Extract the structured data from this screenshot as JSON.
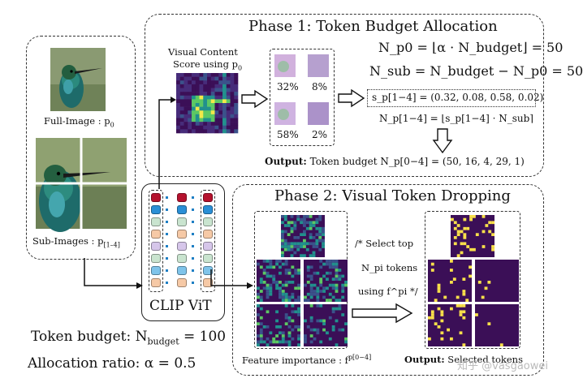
{
  "input_panel": {
    "full_image_label": "Full-Image : p",
    "full_image_sub": "0",
    "sub_images_label": "Sub-Images : p",
    "sub_images_sub": "[1–4]"
  },
  "encoder": {
    "label": "CLIP ViT"
  },
  "phase1": {
    "title": "Phase 1: Token Budget Allocation",
    "score_label_line1": "Visual  Content",
    "score_label_line2": "Score using p",
    "score_label_sub": "0",
    "percentages": [
      "32%",
      "8%",
      "58%",
      "2%"
    ],
    "eq1": "N_p0 = ⌊α · N_budget⌋ = 50",
    "eq2": "N_sub = N_budget − N_p0 = 50",
    "scores_eq": "s_p[1−4] = (0.32, 0.08, 0.58, 0.02)",
    "alloc_eq": "N_p[1−4] = ⌊s_p[1−4] · N_sub⌉",
    "output_bold": "Output:",
    "output_text": " Token budget N_p[0−4] = (50, 16, 4, 29, 1)"
  },
  "phase2": {
    "title": "Phase 2: Visual Token Dropping",
    "select_line1": "/* Select top",
    "select_line2": "N_pi tokens",
    "select_line3": "using f^pi */",
    "feature_label": "Feature importance : f",
    "feature_sup": "p[0−4]",
    "output_bold": "Output:",
    "output_text": " Selected tokens"
  },
  "bottom": {
    "budget_text": "Token budget: N",
    "budget_sub": "budget",
    "budget_val": " = 100",
    "ratio_text": "Allocation ratio: α = 0.5"
  },
  "watermark": "知乎 @vasgaowei",
  "colors": {
    "token_column": [
      "#b5122e",
      "#2a8fd6",
      "#c9e4cf",
      "#f6c9a6",
      "#d6c6ea",
      "#c9e4cf",
      "#7fc4ea",
      "#f6c9a6"
    ],
    "heatmap_bg": "#3b0f57",
    "highlight": "#f9e04a"
  }
}
